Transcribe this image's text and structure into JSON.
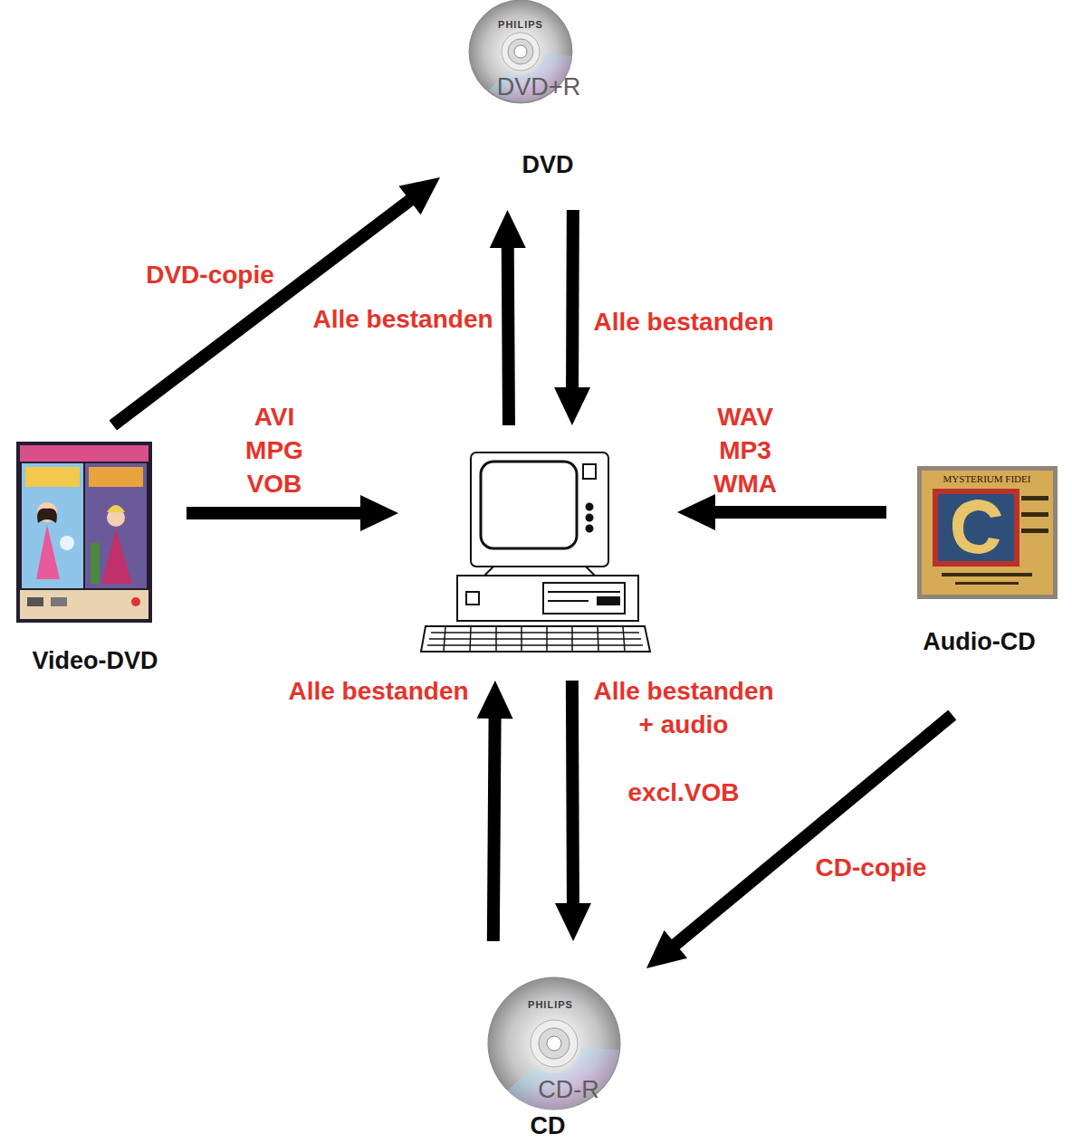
{
  "diagram": {
    "nodes": [
      {
        "text": [
          "DVD"
        ]
      },
      {
        "text": [
          "Video-DVD"
        ]
      },
      {
        "text": []
      },
      {
        "text": [
          "Audio-CD"
        ]
      },
      {
        "text": [
          "CD"
        ]
      }
    ],
    "edges": [
      {
        "from": 1,
        "to": 0,
        "arrow": "to",
        "label": "DVD-copie"
      },
      {
        "from": 2,
        "to": 0,
        "arrow": "to",
        "label": "Alle bestanden"
      },
      {
        "from": 0,
        "to": 2,
        "arrow": "to",
        "label": "Alle bestanden"
      },
      {
        "from": 1,
        "to": 2,
        "arrow": "to",
        "label": "AVI MPG VOB"
      },
      {
        "from": 3,
        "to": 2,
        "arrow": "to",
        "label": "WAV MP3 WMA"
      },
      {
        "from": 4,
        "to": 2,
        "arrow": "to",
        "label": "Alle bestanden"
      },
      {
        "from": 2,
        "to": 4,
        "arrow": "to",
        "label": "Alle bestanden + audio"
      },
      {
        "from": 3,
        "to": 4,
        "arrow": "to",
        "label": "CD-copie"
      }
    ],
    "labels": [
      "excl.VOB",
      "PHILIPS",
      "DVD+R",
      "PHILIPS",
      "CD-R",
      "MYSTERIUM FIDEI"
    ]
  }
}
